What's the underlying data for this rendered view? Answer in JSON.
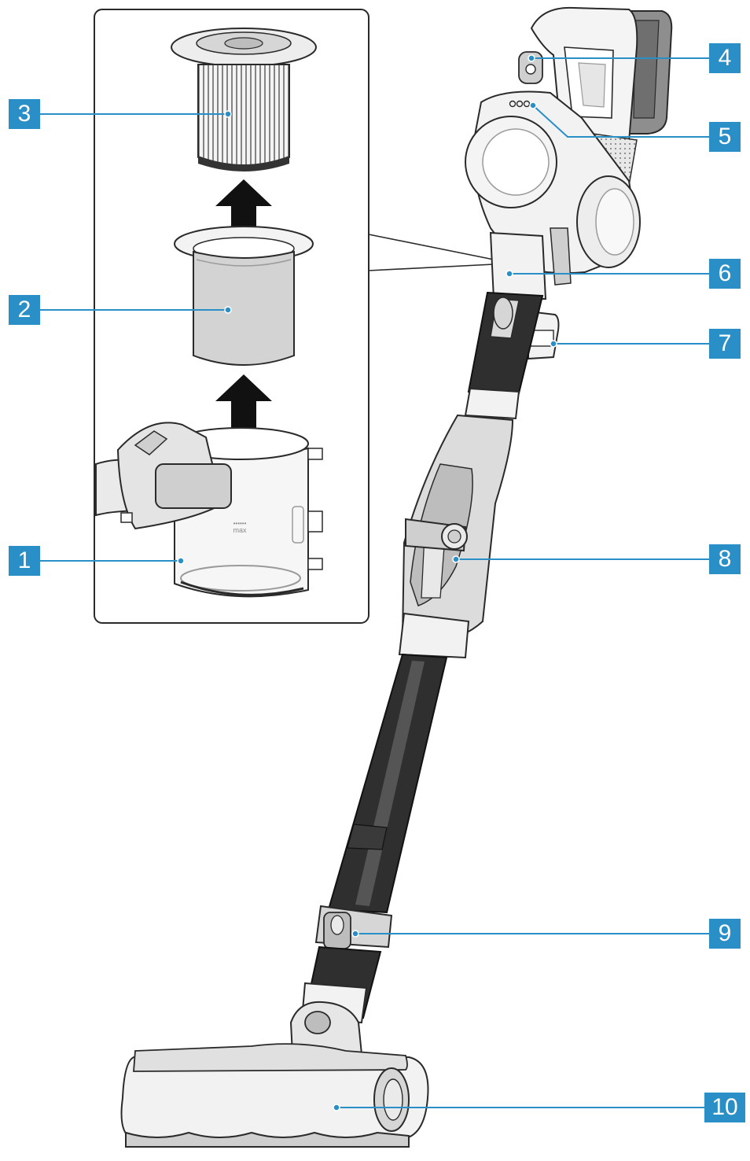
{
  "colors": {
    "callout_fill": "#2b8fc7",
    "leader_line": "#2b8fc7",
    "outline": "#2a2a2a",
    "body_light": "#f2f2f2",
    "body_mid": "#c9c9c9",
    "body_dark": "#8c8c8c",
    "tube_dark": "#3c3c3c"
  },
  "icons": [
    "up-arrow-icon"
  ],
  "figure": {
    "inset_bin_marking": "max",
    "callouts": [
      {
        "id": "c1",
        "label": "1",
        "part": "dust-container"
      },
      {
        "id": "c2",
        "label": "2",
        "part": "pre-filter"
      },
      {
        "id": "c3",
        "label": "3",
        "part": "fine-filter"
      },
      {
        "id": "c4",
        "label": "4",
        "part": "on-off-button"
      },
      {
        "id": "c5",
        "label": "5",
        "part": "battery-indicator"
      },
      {
        "id": "c6",
        "label": "6",
        "part": "container-release-button"
      },
      {
        "id": "c7",
        "label": "7",
        "part": "accessory-clip"
      },
      {
        "id": "c8",
        "label": "8",
        "part": "flexible-joint"
      },
      {
        "id": "c9",
        "label": "9",
        "part": "nozzle-release-button"
      },
      {
        "id": "c10",
        "label": "10",
        "part": "floor-nozzle"
      }
    ]
  }
}
